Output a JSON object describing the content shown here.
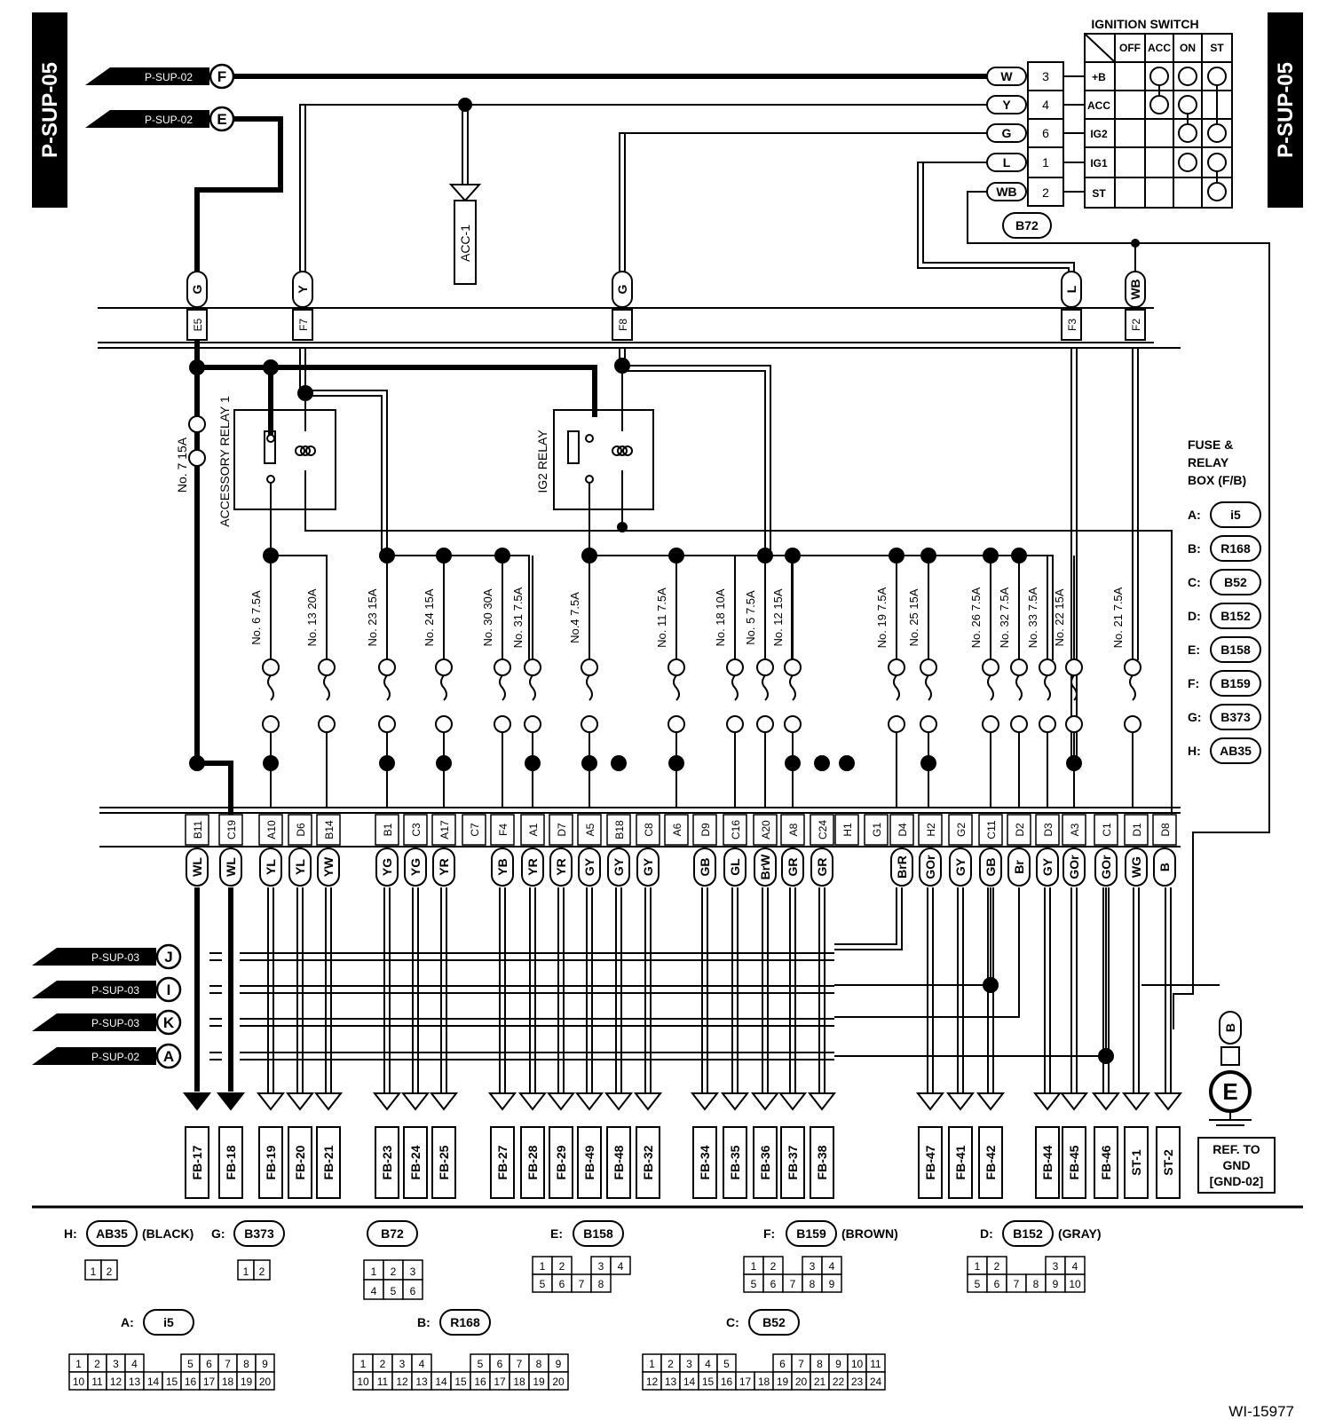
{
  "page_ref": "P-SUP-05",
  "figure_id": "WI-15977",
  "ignition_switch": {
    "title": "IGNITION SWITCH",
    "positions": [
      "OFF",
      "ACC",
      "ON",
      "ST"
    ],
    "terminals": [
      {
        "color": "W",
        "pin": "3",
        "name": "+B"
      },
      {
        "color": "Y",
        "pin": "4",
        "name": "ACC"
      },
      {
        "color": "G",
        "pin": "6",
        "name": "IG2"
      },
      {
        "color": "L",
        "pin": "1",
        "name": "IG1"
      },
      {
        "color": "WB",
        "pin": "2",
        "name": "ST"
      }
    ],
    "connector": "B72"
  },
  "inputs_top": [
    {
      "ref": "P-SUP-02",
      "letter": "F"
    },
    {
      "ref": "P-SUP-02",
      "letter": "E"
    }
  ],
  "acc_out": "ACC-1",
  "fb_inputs": [
    {
      "color": "G",
      "pin": "E5"
    },
    {
      "color": "Y",
      "pin": "F7"
    },
    {
      "color": "G",
      "pin": "F8"
    },
    {
      "color": "L",
      "pin": "F3"
    },
    {
      "color": "WB",
      "pin": "F2"
    }
  ],
  "relays": [
    "ACCESSORY RELAY 1",
    "IG2 RELAY"
  ],
  "main_fuse": "No. 7 15A",
  "fuses": [
    "No. 6 7.5A",
    "No. 13 20A",
    "No. 23 15A",
    "No. 24 15A",
    "No. 30 30A",
    "No. 31 7.5A",
    "No.4 7.5A",
    "No. 11 7.5A",
    "No. 18 10A",
    "No. 5 7.5A",
    "No. 12 15A",
    "No. 19 7.5A",
    "No. 25 15A",
    "No. 26 7.5A",
    "No. 32 7.5A",
    "No. 33 7.5A",
    "No. 22 15A",
    "No. 21 7.5A"
  ],
  "box_label": [
    "FUSE &",
    "RELAY",
    "BOX (F/B)"
  ],
  "box_connectors": [
    {
      "key": "A:",
      "code": "i5"
    },
    {
      "key": "B:",
      "code": "R168"
    },
    {
      "key": "C:",
      "code": "B52"
    },
    {
      "key": "D:",
      "code": "B152"
    },
    {
      "key": "E:",
      "code": "B158"
    },
    {
      "key": "F:",
      "code": "B159"
    },
    {
      "key": "G:",
      "code": "B373"
    },
    {
      "key": "H:",
      "code": "AB35"
    }
  ],
  "output_pins": [
    "B11",
    "C19",
    "A10",
    "D6",
    "B14",
    "B1",
    "C3",
    "A17",
    "C7",
    "F4",
    "A1",
    "D7",
    "A5",
    "B18",
    "C8",
    "A6",
    "D9",
    "C16",
    "A20",
    "A8",
    "C24",
    "H1",
    "G1",
    "D4",
    "H2",
    "G2",
    "C11",
    "D2",
    "D3",
    "A3",
    "C1",
    "D1",
    "D8"
  ],
  "output_colors": [
    "WL",
    "WL",
    "YL",
    "YL",
    "YW",
    "YG",
    "YG",
    "YR",
    "YB",
    "YR",
    "YR",
    "GY",
    "GY",
    "GY",
    "GB",
    "GL",
    "BrW",
    "GR",
    "GR",
    "BrR",
    "GOr",
    "GY",
    "GB",
    "Br",
    "GY",
    "GOr",
    "GOr",
    "WG",
    "B"
  ],
  "left_refs": [
    {
      "ref": "P-SUP-03",
      "letter": "J"
    },
    {
      "ref": "P-SUP-03",
      "letter": "I"
    },
    {
      "ref": "P-SUP-03",
      "letter": "K"
    },
    {
      "ref": "P-SUP-02",
      "letter": "A"
    }
  ],
  "outputs": [
    "FB-17",
    "FB-18",
    "FB-19",
    "FB-20",
    "FB-21",
    "FB-23",
    "FB-24",
    "FB-25",
    "FB-27",
    "FB-28",
    "FB-29",
    "FB-49",
    "FB-48",
    "FB-32",
    "FB-34",
    "FB-35",
    "FB-36",
    "FB-37",
    "FB-38",
    "FB-47",
    "FB-41",
    "FB-42",
    "FB-44",
    "FB-45",
    "FB-46",
    "ST-1",
    "ST-2"
  ],
  "ground": {
    "wire": "B",
    "letter": "E",
    "ref_lines": [
      "REF. TO",
      "GND",
      "[GND-02]"
    ]
  },
  "connector_legend": [
    {
      "prefix": "H:",
      "code": "AB35",
      "suffix": "(BLACK)",
      "pins": [
        "1",
        "2"
      ]
    },
    {
      "prefix": "G:",
      "code": "B373",
      "suffix": "",
      "pins": [
        "1",
        "2"
      ]
    },
    {
      "prefix": "",
      "code": "B72",
      "suffix": "",
      "pins": [
        "1",
        "2",
        "3",
        "4",
        "5",
        "6"
      ]
    },
    {
      "prefix": "E:",
      "code": "B158",
      "suffix": "",
      "pins": [
        "1",
        "2",
        "3",
        "4",
        "5",
        "6",
        "7",
        "8"
      ]
    },
    {
      "prefix": "F:",
      "code": "B159",
      "suffix": "(BROWN)",
      "pins": [
        "1",
        "2",
        "3",
        "4",
        "5",
        "6",
        "7",
        "8",
        "9"
      ]
    },
    {
      "prefix": "D:",
      "code": "B152",
      "suffix": "(GRAY)",
      "pins": [
        "1",
        "2",
        "3",
        "4",
        "5",
        "6",
        "7",
        "8",
        "9",
        "10"
      ]
    },
    {
      "prefix": "A:",
      "code": "i5",
      "suffix": "",
      "pins": [
        "1",
        "2",
        "3",
        "4",
        "5",
        "6",
        "7",
        "8",
        "9",
        "10",
        "11",
        "12",
        "13",
        "14",
        "15",
        "16",
        "17",
        "18",
        "19",
        "20"
      ]
    },
    {
      "prefix": "B:",
      "code": "R168",
      "suffix": "",
      "pins": [
        "1",
        "2",
        "3",
        "4",
        "5",
        "6",
        "7",
        "8",
        "9",
        "10",
        "11",
        "12",
        "13",
        "14",
        "15",
        "16",
        "17",
        "18",
        "19",
        "20"
      ]
    },
    {
      "prefix": "C:",
      "code": "B52",
      "suffix": "",
      "pins": [
        "1",
        "2",
        "3",
        "4",
        "5",
        "6",
        "7",
        "8",
        "9",
        "10",
        "11",
        "12",
        "13",
        "14",
        "15",
        "16",
        "17",
        "18",
        "19",
        "20",
        "21",
        "22",
        "23",
        "24"
      ]
    }
  ]
}
